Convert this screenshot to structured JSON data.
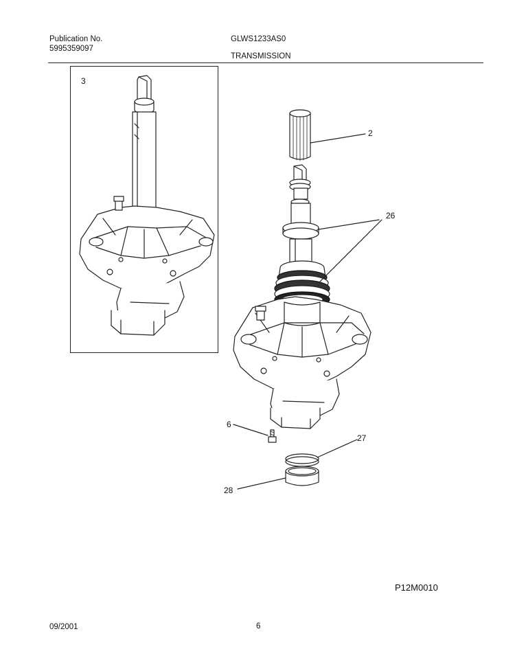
{
  "header": {
    "publication_label": "Publication No.",
    "publication_number": "5995359097",
    "model": "GLWS1233AS0",
    "section_title": "TRANSMISSION"
  },
  "callouts": {
    "inset": "3",
    "spline": "2",
    "seals": "26",
    "bolt": "6",
    "ring": "27",
    "bushing": "28"
  },
  "drawing_id": "P12M0010",
  "footer": {
    "date": "09/2001",
    "page": "6"
  }
}
